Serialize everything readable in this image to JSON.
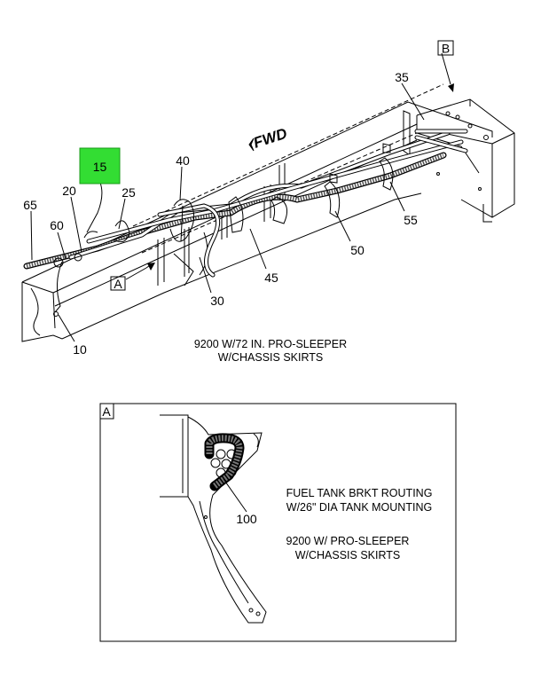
{
  "main_view": {
    "callouts": {
      "c15": "15",
      "c20": "20",
      "c25": "25",
      "c30": "30",
      "c35": "35",
      "c40": "40",
      "c45": "45",
      "c50": "50",
      "c55": "55",
      "c60": "60",
      "c65": "65",
      "c10": "10"
    },
    "highlight_color": "#33dd33",
    "fwd_label": "FWD",
    "view_a_ref": "A",
    "view_b_ref": "B",
    "caption_line1": "9200 W/72 IN. PRO-SLEEPER",
    "caption_line2": "W/CHASSIS SKIRTS"
  },
  "detail_view": {
    "label": "A",
    "callout": "100",
    "note_line1": "FUEL TANK BRKT ROUTING",
    "note_line2": "W/26\" DIA TANK MOUNTING",
    "caption_line1": "9200 W/ PRO-SLEEPER",
    "caption_line2": "W/CHASSIS SKIRTS"
  }
}
